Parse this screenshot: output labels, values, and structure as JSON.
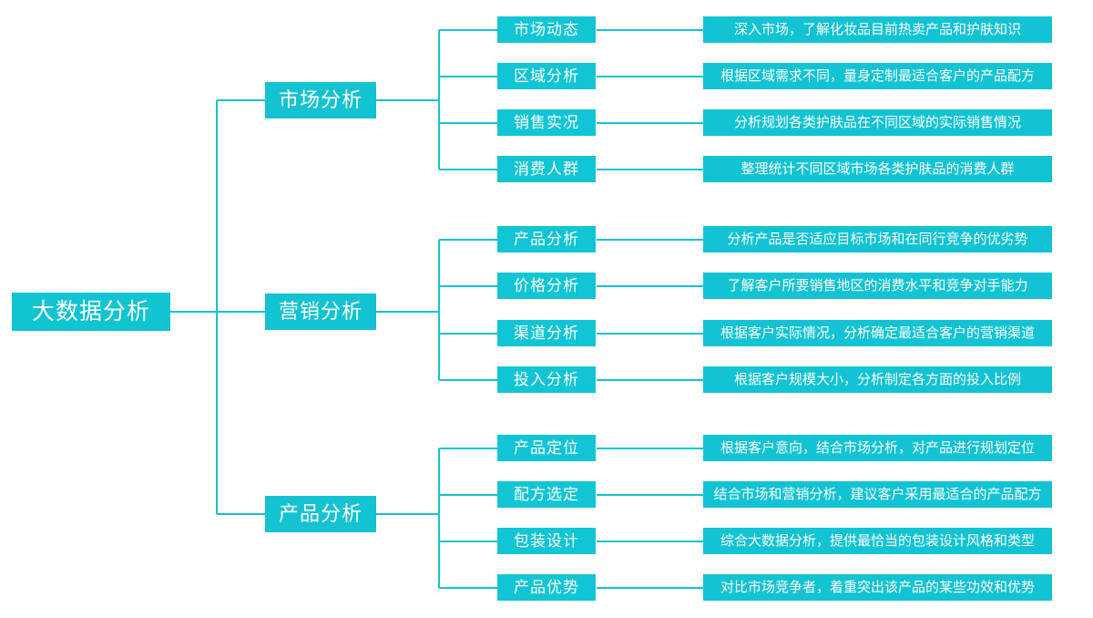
{
  "diagram": {
    "title": "大数据分析",
    "root": {
      "label": "大数据分析"
    },
    "branches": [
      {
        "label": "市场分析",
        "children": [
          {
            "label": "市场动态",
            "description": "深入市场，了解化妆品目前热卖产品和护肤知识"
          },
          {
            "label": "区域分析",
            "description": "根据区域需求不同，量身定制最适合客户的产品配方"
          },
          {
            "label": "销售实况",
            "description": "分析规划各类护肤品在不同区域的实际销售情况"
          },
          {
            "label": "消费人群",
            "description": "整理统计不同区域市场各类护肤品的消费人群"
          }
        ]
      },
      {
        "label": "营销分析",
        "children": [
          {
            "label": "产品分析",
            "description": "分析产品是否适应目标市场和在同行竞争的优劣势"
          },
          {
            "label": "价格分析",
            "description": "了解客户所要销售地区的消费水平和竞争对手能力"
          },
          {
            "label": "渠道分析",
            "description": "根据客户实际情况，分析确定最适合客户的营销渠道"
          },
          {
            "label": "投入分析",
            "description": "根据客户规模大小，分析制定各方面的投入比例"
          }
        ]
      },
      {
        "label": "产品分析",
        "children": [
          {
            "label": "产品定位",
            "description": "根据客户意向，结合市场分析，对产品进行规划定位"
          },
          {
            "label": "配方选定",
            "description": "结合市场和营销分析，建议客户采用最适合的产品配方"
          },
          {
            "label": "包装设计",
            "description": "综合大数据分析，提供最恰当的包装设计风格和类型"
          },
          {
            "label": "产品优势",
            "description": "对比市场竞争者，着重突出该产品的某些功效和优势"
          }
        ]
      }
    ],
    "colors": {
      "node_fill": "#12c2d3",
      "connector": "#12c2d3",
      "text": "#ffffff",
      "background": "#ffffff"
    }
  }
}
